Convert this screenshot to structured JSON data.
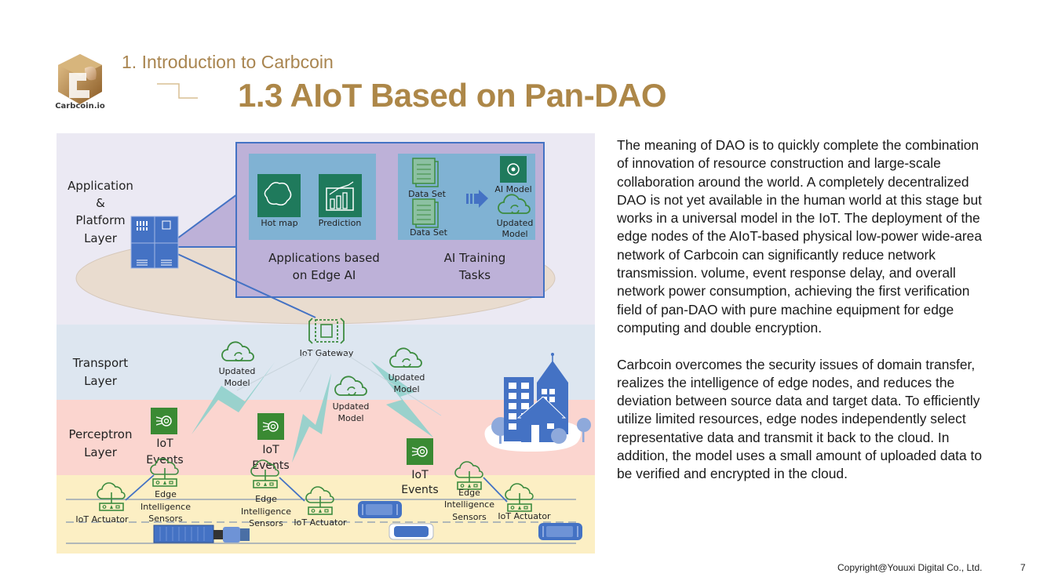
{
  "header": {
    "logo_text": "Carbcoin.io",
    "section": "1. Introduction to Carbcoin",
    "title": "1.3 AIoT Based on Pan-DAO"
  },
  "colors": {
    "brand_gold": "#ad8748",
    "app_layer_bg": "#ebe9f3",
    "transport_layer_bg": "#dde6f0",
    "perceptron_layer_bg": "#fbd5cf",
    "road_layer_bg": "#fcefc4",
    "icon_green": "#2e7d32",
    "device_blue": "#4472c4"
  },
  "diagram": {
    "layers": {
      "application": [
        "Application",
        "&",
        "Platform",
        "Layer"
      ],
      "transport": [
        "Transport",
        "Layer"
      ],
      "perceptron": [
        "Perceptron",
        "Layer"
      ]
    },
    "apps_panel": {
      "hot_map": "Hot map",
      "prediction": "Prediction",
      "caption": [
        "Applications based",
        "on Edge AI"
      ]
    },
    "training_panel": {
      "data_set_1": "Data Set",
      "data_set_2": "Data Set",
      "ai_model": "AI Model",
      "updated_model": [
        "Updated",
        "Model"
      ],
      "caption": [
        "AI Training",
        "Tasks"
      ]
    },
    "gateway": "IoT Gateway",
    "updated_model_label": [
      "Updated",
      "Model"
    ],
    "iot_events": [
      "IoT",
      "Events"
    ],
    "edge_sensors": [
      "Edge",
      "Intelligence",
      "Sensors"
    ],
    "iot_actuator": "IoT Actuator"
  },
  "body": {
    "paragraph_1": "The meaning of DAO is to quickly complete the combination of innovation of resource construction and large-scale collaboration around the world. A completely decentralized DAO is not yet available in the human world at this stage but works in a universal model in the IoT. The deployment of the edge nodes of the AIoT-based physical low-power wide-area network of Carbcoin can significantly reduce network transmission. volume, event response delay, and overall network power consumption, achieving the first verification field of pan-DAO with pure machine equipment for edge computing and double encryption.",
    "paragraph_2": "Carbcoin overcomes the security issues of domain transfer, realizes the intelligence of edge nodes, and reduces the deviation between source data and target data. To efficiently utilize limited resources, edge nodes independently select representative data and transmit it back to the cloud. In addition, the model uses a small amount of uploaded data to be verified and encrypted in the cloud."
  },
  "footer": {
    "copyright": "Copyright@Youuxi Digital Co., Ltd.",
    "page_number": "7"
  }
}
